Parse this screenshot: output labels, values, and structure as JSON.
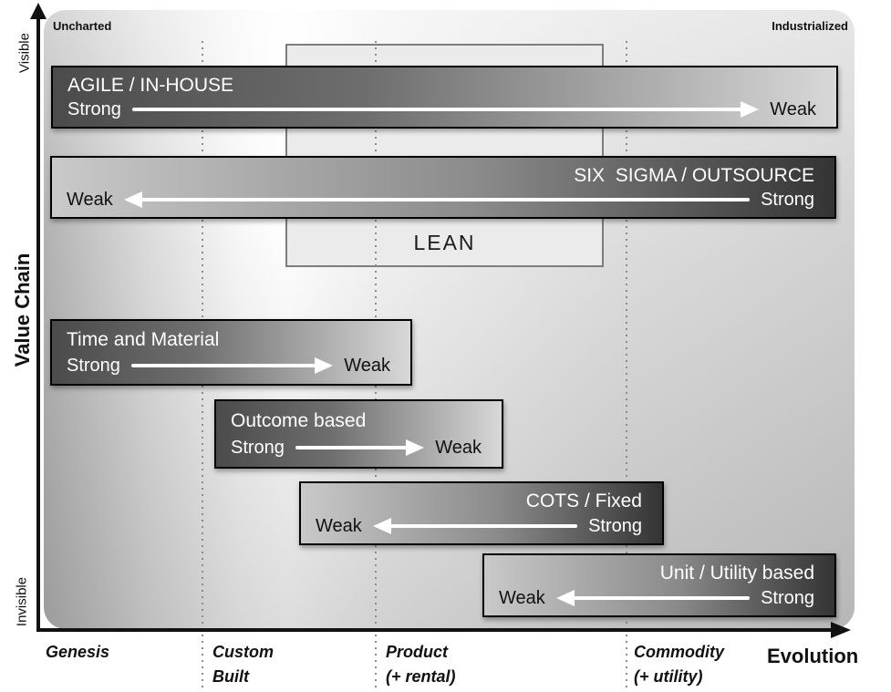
{
  "diagram": {
    "top_left_label": "Uncharted",
    "top_right_label": "Industrialized",
    "y_axis": {
      "title": "Value Chain",
      "top_label": "Visible",
      "bottom_label": "Invisible"
    },
    "x_axis": {
      "title": "Evolution",
      "stages": [
        {
          "line1": "Genesis",
          "line2": ""
        },
        {
          "line1": "Custom",
          "line2": "Built"
        },
        {
          "line1": "Product",
          "line2": "(+ rental)"
        },
        {
          "line1": "Commodity",
          "line2": "(+ utility)"
        }
      ]
    },
    "lean_label": "LEAN",
    "bars": [
      {
        "title": "AGILE / IN-HOUSE",
        "direction": "right",
        "left_label": "Strong",
        "right_label": "Weak"
      },
      {
        "title": "SIX  SIGMA / OUTSOURCE",
        "direction": "left",
        "left_label": "Weak",
        "right_label": "Strong"
      },
      {
        "title": "Time and Material",
        "direction": "right",
        "left_label": "Strong",
        "right_label": "Weak"
      },
      {
        "title": "Outcome based",
        "direction": "right",
        "left_label": "Strong",
        "right_label": "Weak"
      },
      {
        "title": "COTS / Fixed",
        "direction": "left",
        "left_label": "Weak",
        "right_label": "Strong"
      },
      {
        "title": "Unit / Utility based",
        "direction": "left",
        "left_label": "Weak",
        "right_label": "Strong"
      }
    ],
    "colors": {
      "bar_dark_end": "#4b4b4b",
      "bar_light_end": "#d8d8d8",
      "bar_border": "#000000",
      "lean_fill": "#ebebeb",
      "lean_border": "#7d7d7d",
      "axis": "#111111",
      "dotted_divider": "#8c8c8c",
      "strong_text": "#ffffff",
      "weak_text": "#111111"
    }
  }
}
